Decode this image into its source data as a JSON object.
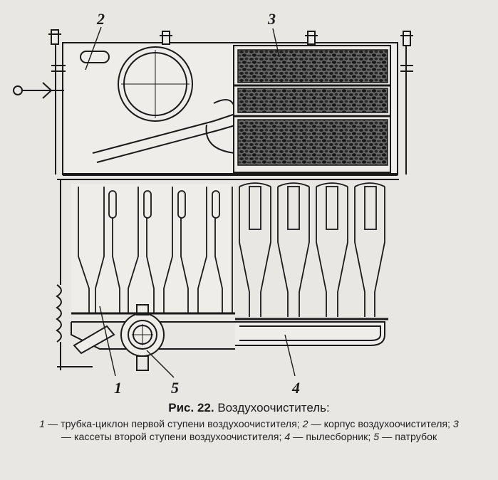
{
  "figure": {
    "callouts": {
      "c1": "1",
      "c2": "2",
      "c3": "3",
      "c4": "4",
      "c5": "5"
    }
  },
  "caption": {
    "fig_label": "Рис. 22.",
    "title": "Воздухоочиститель:",
    "items": [
      {
        "num": "1",
        "sep": " — ",
        "text": "трубка-циклон первой ступени воздухоочистителя; "
      },
      {
        "num": "2",
        "sep": " — ",
        "text": "корпус воздухоочистителя; "
      },
      {
        "num": "3",
        "sep": " — ",
        "text": "кассеты второй ступени воздухоочистителя; "
      },
      {
        "num": "4",
        "sep": " — ",
        "text": "пылесборник; "
      },
      {
        "num": "5",
        "sep": " — ",
        "text": "патрубок"
      }
    ]
  },
  "colors": {
    "ink": "#1a1a1a",
    "paper": "#e9e7e4",
    "filter_media": "#3b3b3b"
  }
}
